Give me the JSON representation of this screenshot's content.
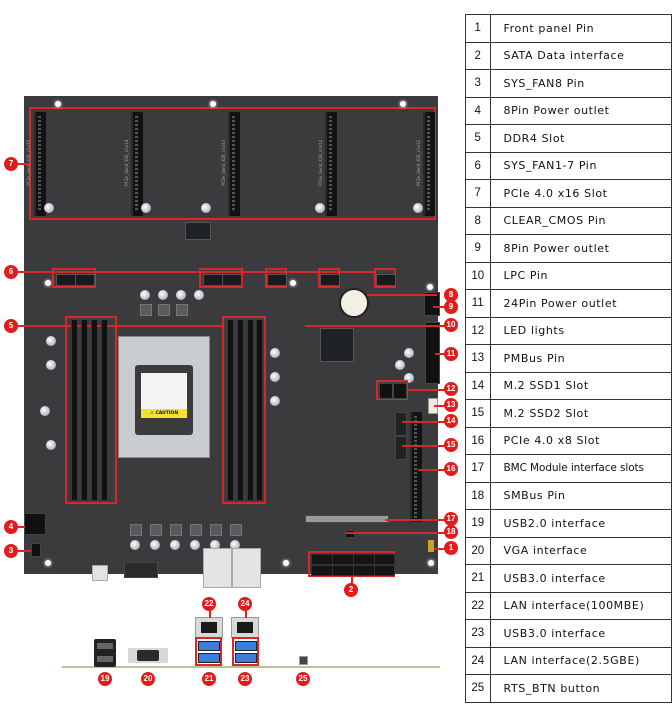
{
  "diagram": {
    "subject": "Server motherboard component layout",
    "board_silkscreen": {
      "pcie_slot_labels": [
        "PCIe_Gen4_X16_slot5",
        "PCIe_Gen4_X16_slot4",
        "PCIe_Gen4_X16_slot3",
        "PCIe_Gen4_X16_slot2",
        "PCIe_Gen4_X16_slot1"
      ],
      "cpu_caution": "⚠ CAUTION"
    },
    "accent_color": "#e21c1c",
    "callouts": [
      "1",
      "2",
      "3",
      "4",
      "5",
      "6",
      "7",
      "8",
      "9",
      "10",
      "11",
      "12",
      "13",
      "14",
      "15",
      "16",
      "17",
      "18",
      "19",
      "20",
      "21",
      "22",
      "23",
      "24",
      "25"
    ]
  },
  "legend": [
    {
      "num": "1",
      "label": "Front panel Pin"
    },
    {
      "num": "2",
      "label": "SATA Data interface"
    },
    {
      "num": "3",
      "label": "SYS_FAN8 Pin"
    },
    {
      "num": "4",
      "label": "8Pin Power outlet"
    },
    {
      "num": "5",
      "label": "DDR4 Slot"
    },
    {
      "num": "6",
      "label": "SYS_FAN1-7 Pin"
    },
    {
      "num": "7",
      "label": "PCIe 4.0 x16 Slot"
    },
    {
      "num": "8",
      "label": "CLEAR_CMOS Pin"
    },
    {
      "num": "9",
      "label": "8Pin Power outlet"
    },
    {
      "num": "10",
      "label": "LPC Pin"
    },
    {
      "num": "11",
      "label": "24Pin Power outlet"
    },
    {
      "num": "12",
      "label": "LED lights"
    },
    {
      "num": "13",
      "label": "PMBus Pin"
    },
    {
      "num": "14",
      "label": "M.2 SSD1 Slot"
    },
    {
      "num": "15",
      "label": "M.2 SSD2 Slot"
    },
    {
      "num": "16",
      "label": "PCIe 4.0 x8 Slot"
    },
    {
      "num": "17",
      "label": "BMC Module interface slots"
    },
    {
      "num": "18",
      "label": "SMBus Pin"
    },
    {
      "num": "19",
      "label": "USB2.0 interface"
    },
    {
      "num": "20",
      "label": "VGA interface"
    },
    {
      "num": "21",
      "label": "USB3.0 interface"
    },
    {
      "num": "22",
      "label": "LAN interface(100MBE)"
    },
    {
      "num": "23",
      "label": "USB3.0 interface"
    },
    {
      "num": "24",
      "label": "LAN interface(2.5GBE)"
    },
    {
      "num": "25",
      "label": "RTS_BTN button"
    }
  ]
}
